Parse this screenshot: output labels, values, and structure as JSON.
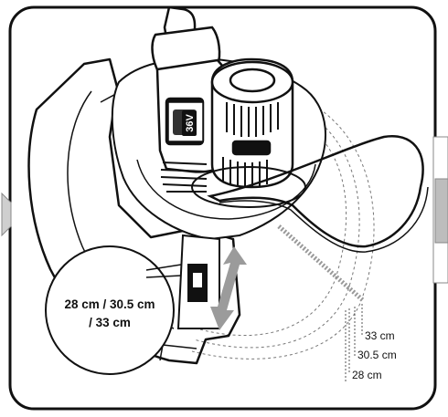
{
  "battery": {
    "voltage_badge": "36V"
  },
  "callout": {
    "line1": "28 cm / 30.5 cm",
    "line2": "/ 33 cm"
  },
  "cutting_widths": [
    {
      "label": "33 cm"
    },
    {
      "label": "30.5 cm"
    },
    {
      "label": "28 cm"
    }
  ],
  "colors": {
    "outline": "#111111",
    "arrow_gray": "#8a8a8a",
    "adjuster_arrow": "#9b9b9b",
    "side_tab_gray": "#bdbdbd"
  },
  "icons": [
    "cutting-width-adjust-arrow-icon",
    "left-chevron-tab",
    "right-scroll-tab"
  ]
}
